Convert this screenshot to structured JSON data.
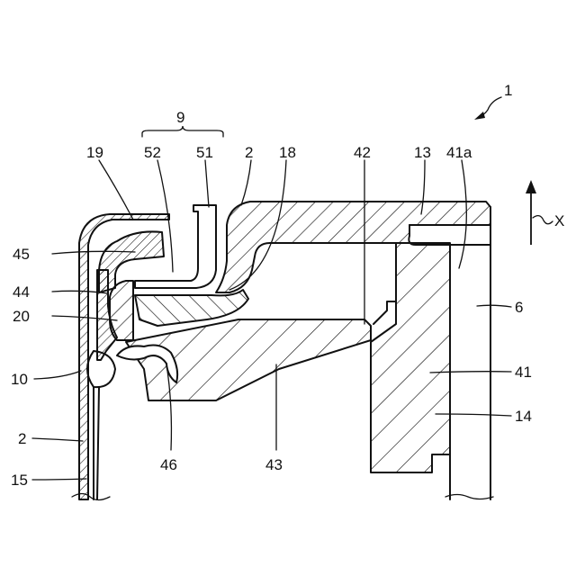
{
  "labels": {
    "l1": "1",
    "l9": "9",
    "l19": "19",
    "l52": "52",
    "l51": "51",
    "l2_top": "2",
    "l18": "18",
    "l42": "42",
    "l13": "13",
    "l41a": "41a",
    "lX": "X",
    "l45": "45",
    "l44": "44",
    "l20": "20",
    "l10": "10",
    "l2_left": "2",
    "l15": "15",
    "l6": "6",
    "l41": "41",
    "l14": "14",
    "l46": "46",
    "l43": "43"
  },
  "colors": {
    "line": "#111111",
    "background": "#ffffff"
  }
}
